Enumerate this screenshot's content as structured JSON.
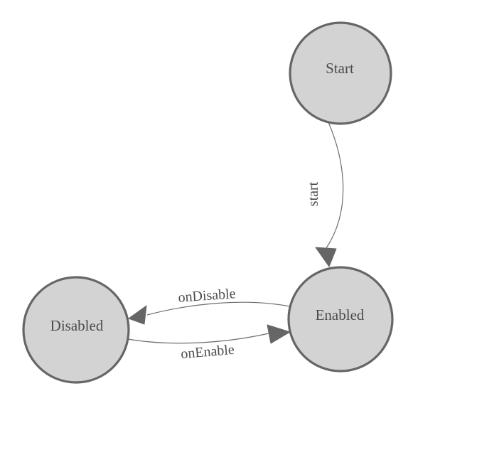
{
  "diagram": {
    "type": "state-machine",
    "nodes": [
      {
        "id": "start",
        "label": "Start"
      },
      {
        "id": "enabled",
        "label": "Enabled"
      },
      {
        "id": "disabled",
        "label": "Disabled"
      }
    ],
    "edges": [
      {
        "from": "Start",
        "to": "Enabled",
        "label": "start"
      },
      {
        "from": "Enabled",
        "to": "Disabled",
        "label": "onDisable"
      },
      {
        "from": "Disabled",
        "to": "Enabled",
        "label": "onEnable"
      }
    ]
  },
  "colors": {
    "background": "#ffffff",
    "node_fill": "#d3d3d3",
    "node_stroke": "#666666",
    "edge_stroke": "#6e6e6e",
    "arrow_fill": "#666666",
    "text_color": "#4c4c4c"
  }
}
